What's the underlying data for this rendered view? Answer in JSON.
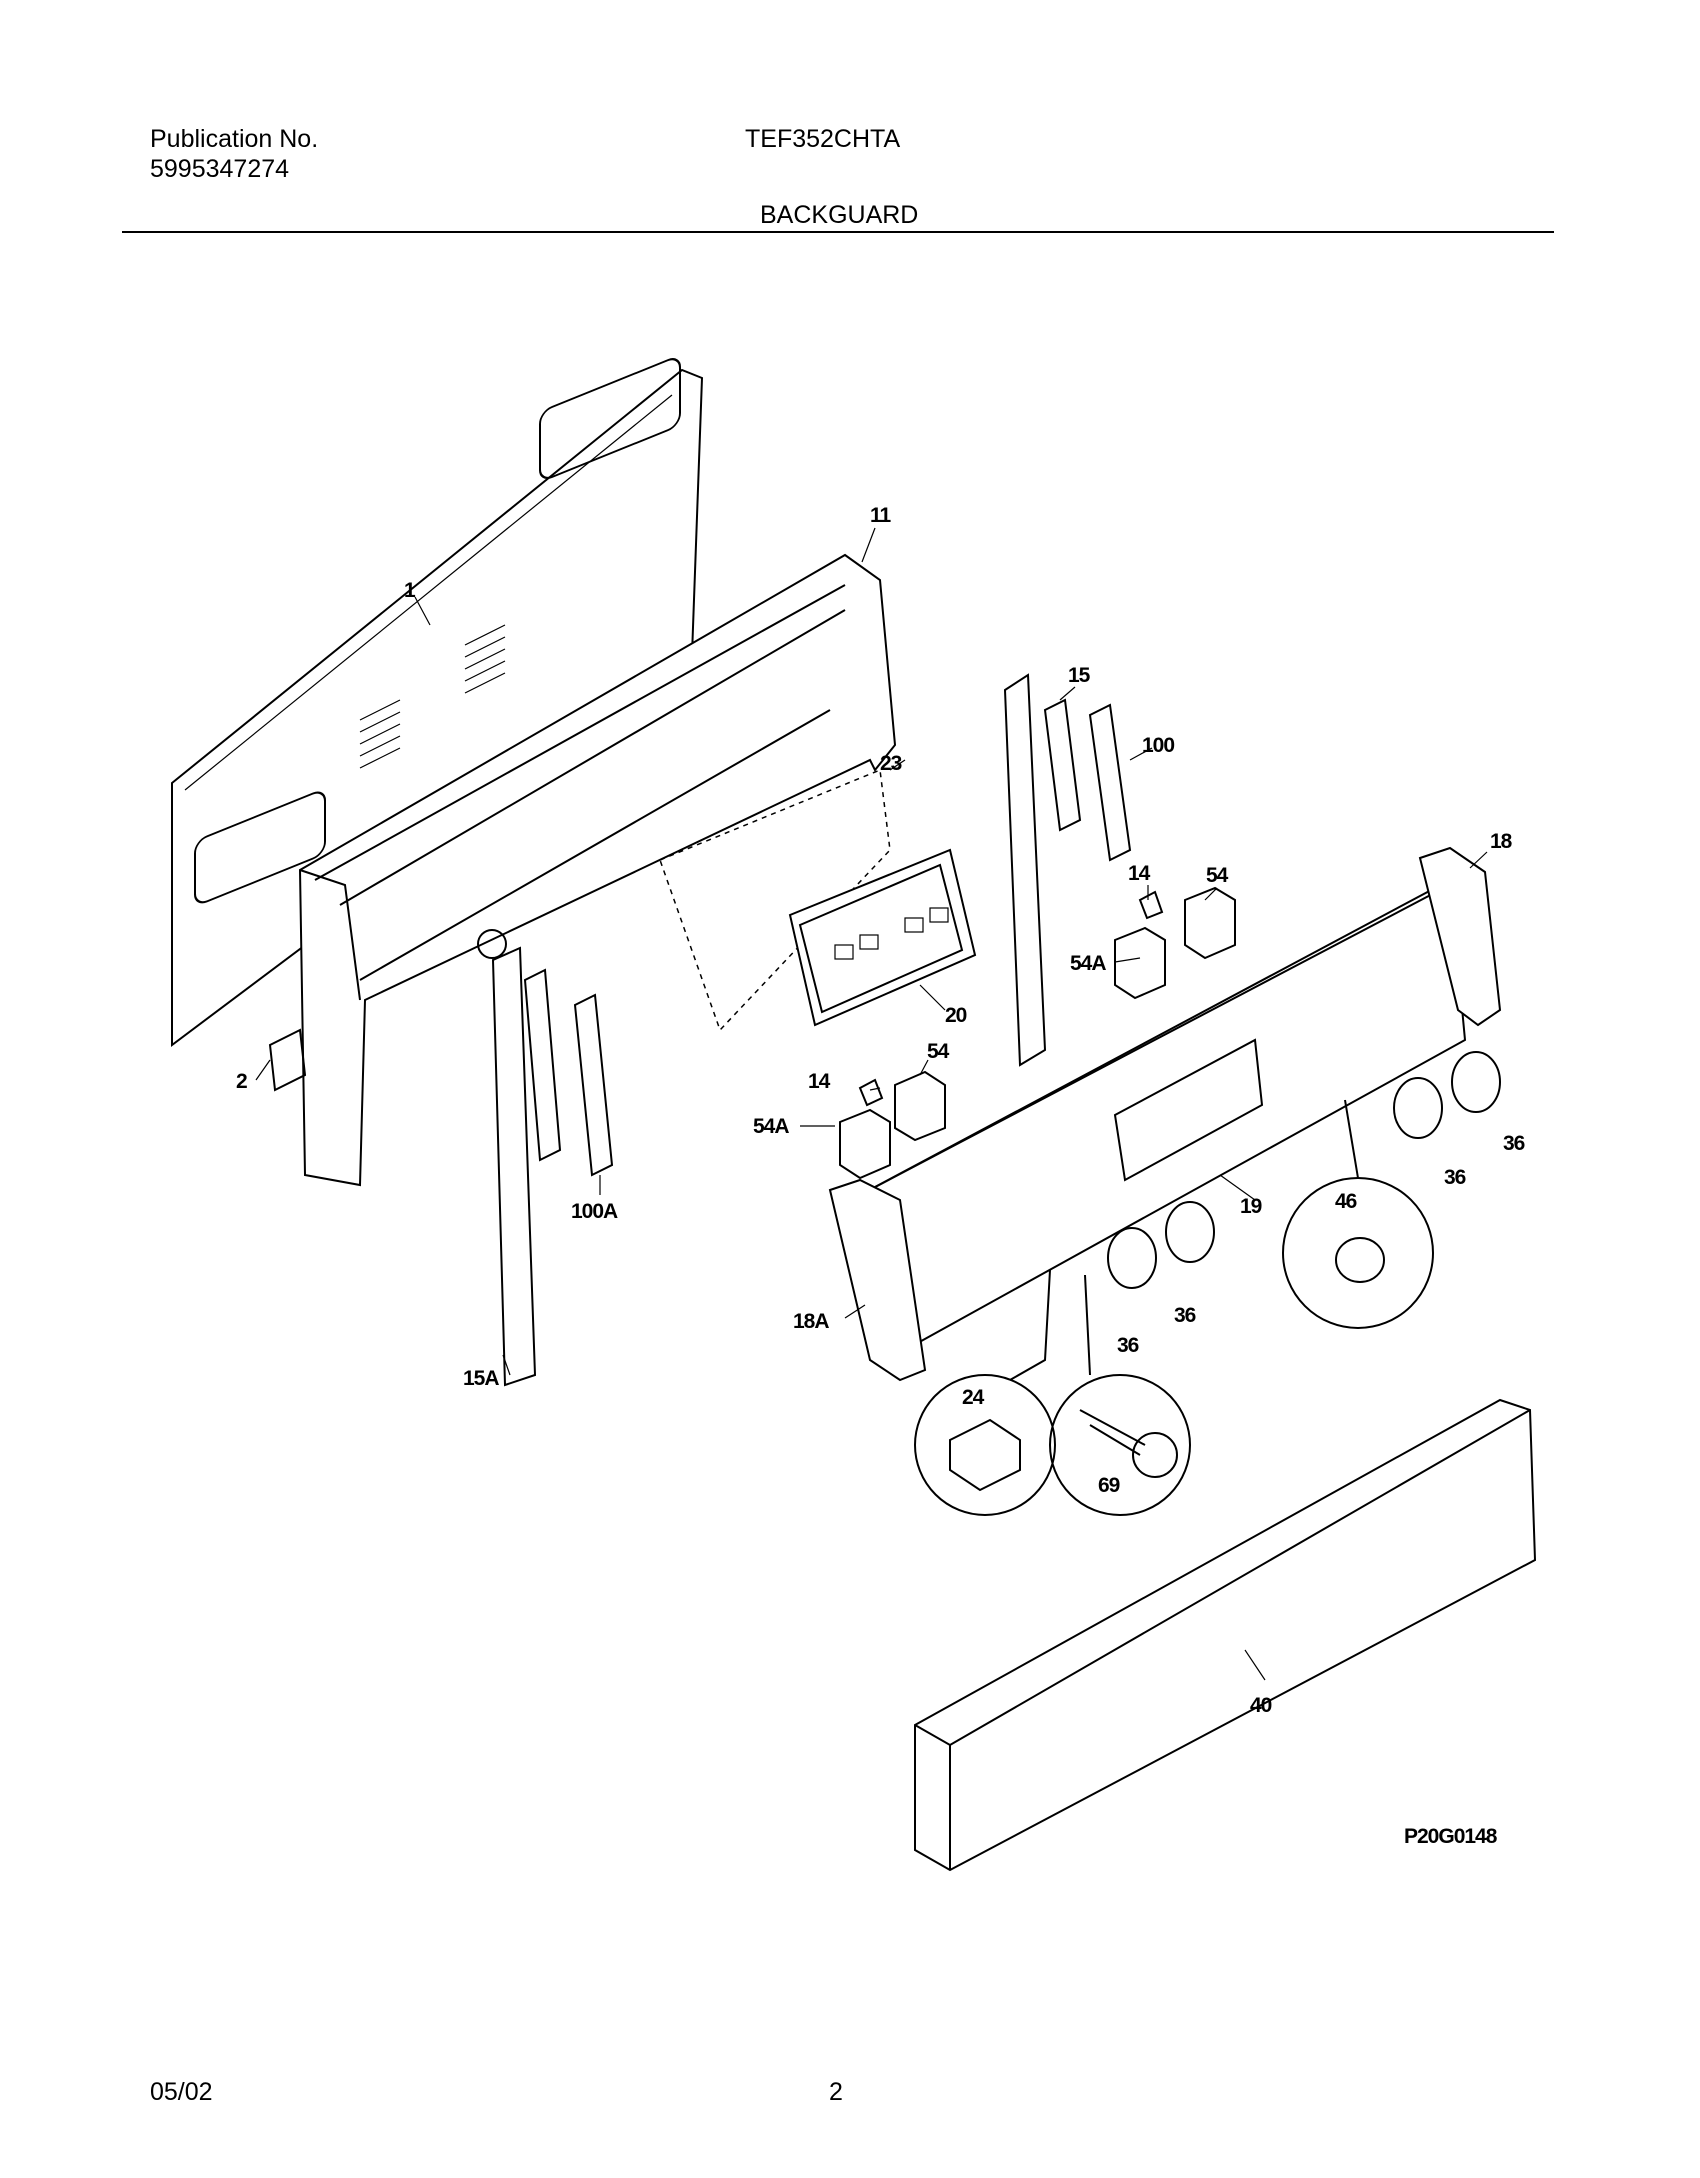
{
  "header": {
    "publication_label": "Publication No.",
    "publication_number": "5995347274",
    "model": "TEF352CHTA",
    "section_title": "BACKGUARD"
  },
  "diagram": {
    "figure_id": "P20G0148",
    "callouts": {
      "c1": "1",
      "c2": "2",
      "c11": "11",
      "c14a": "14",
      "c14b": "14",
      "c15": "15",
      "c15a": "15A",
      "c18": "18",
      "c18a": "18A",
      "c19": "19",
      "c20": "20",
      "c23": "23",
      "c24": "24",
      "c36a": "36",
      "c36b": "36",
      "c36c": "36",
      "c36d": "36",
      "c40": "40",
      "c46": "46",
      "c54a": "54",
      "c54b": "54",
      "c54aa": "54A",
      "c54ab": "54A",
      "c69": "69",
      "c100": "100",
      "c100a": "100A"
    }
  },
  "footer": {
    "date": "05/02",
    "page": "2"
  }
}
